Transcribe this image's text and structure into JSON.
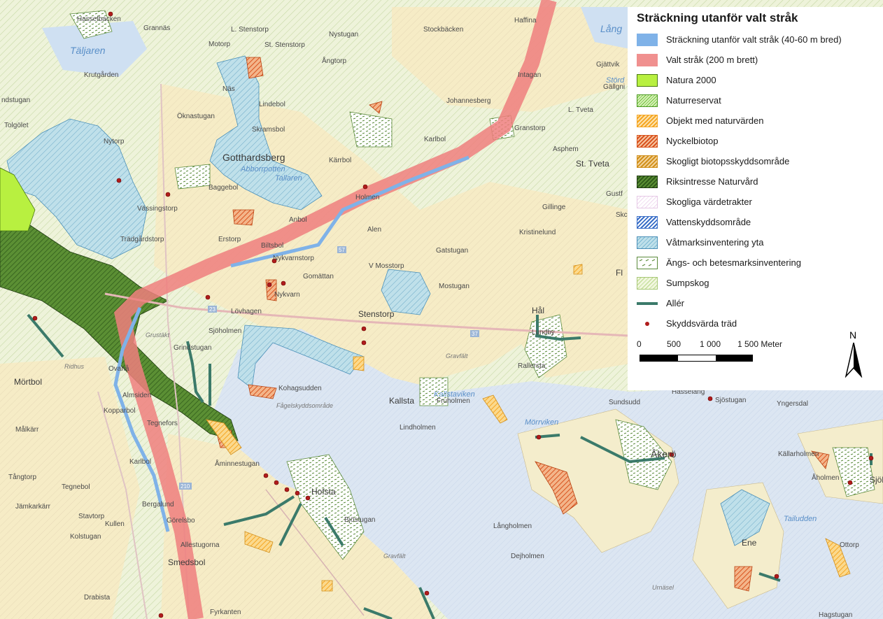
{
  "legend": {
    "title": "Sträckning utanför valt stråk",
    "items": [
      {
        "label": "Sträckning utanför valt stråk (40-60 m bred)",
        "color": "#7fb2e8",
        "style": "solid"
      },
      {
        "label": "Valt stråk (200 m brett)",
        "color": "#f0908f",
        "style": "solid"
      },
      {
        "label": "Natura 2000",
        "color": "#b8f040",
        "style": "solid"
      },
      {
        "label": "Naturreservat",
        "color": "#6cc13a",
        "style": "hatch"
      },
      {
        "label": "Objekt med naturvärden",
        "color": "#f5a623",
        "style": "hatch"
      },
      {
        "label": "Nyckelbiotop",
        "color": "#d9531e",
        "style": "hatch"
      },
      {
        "label": "Skogligt biotopsskyddsområde",
        "color": "#d18f1b",
        "style": "hatch"
      },
      {
        "label": "Riksintresse Naturvård",
        "color": "#3d7a24",
        "style": "hatch-dense"
      },
      {
        "label": "Skogliga värdetrakter",
        "color": "#e6b3e6",
        "style": "hatch-light"
      },
      {
        "label": "Vattenskyddsområde",
        "color": "#3a6fc8",
        "style": "hatch"
      },
      {
        "label": "Våtmarksinventering yta",
        "color": "#a9dbe8",
        "style": "hatch-blue"
      },
      {
        "label": "Ängs- och betesmarksinventering",
        "color": "#7aaa5a",
        "style": "dashes"
      },
      {
        "label": "Sumpskog",
        "color": "#b9d98a",
        "style": "hatch-light"
      },
      {
        "label": "Allér",
        "color": "#3b7a6a",
        "style": "line"
      },
      {
        "label": "Skyddsvärda träd",
        "color": "#b01c1c",
        "style": "dot"
      }
    ]
  },
  "scalebar": {
    "ticks": [
      "0",
      "500",
      "1 000",
      "1 500 Meter"
    ]
  },
  "north": {
    "label": "N"
  },
  "places": [
    {
      "name": "Hasselbacken"
    },
    {
      "name": "Grannäs"
    },
    {
      "name": "L. Stenstorp"
    },
    {
      "name": "Nystugan"
    },
    {
      "name": "Stockbäcken"
    },
    {
      "name": "Haffina"
    },
    {
      "name": "Motorp"
    },
    {
      "name": "St. Stenstorp"
    },
    {
      "name": "Ångtorp"
    },
    {
      "name": "Gjättvik"
    },
    {
      "name": "Krutgården"
    },
    {
      "name": "Intagan"
    },
    {
      "name": "Gällgni"
    },
    {
      "name": "Näs"
    },
    {
      "name": "Johannesberg"
    },
    {
      "name": "ndstugan"
    },
    {
      "name": "Lindebol"
    },
    {
      "name": "L. Tveta"
    },
    {
      "name": "Öknastugan"
    },
    {
      "name": "Skramsbol"
    },
    {
      "name": "Tolgölet"
    },
    {
      "name": "Karlbol"
    },
    {
      "name": "Granstorp"
    },
    {
      "name": "Nytorp"
    },
    {
      "name": "Asphem"
    },
    {
      "name": "Gotthardsberg"
    },
    {
      "name": "Kärrbol"
    },
    {
      "name": "St. Tveta"
    },
    {
      "name": "Baggebol"
    },
    {
      "name": "Gustf"
    },
    {
      "name": "Holmen"
    },
    {
      "name": "Vässingstorp"
    },
    {
      "name": "Gillinge"
    },
    {
      "name": "Skc"
    },
    {
      "name": "Anbol"
    },
    {
      "name": "Alen"
    },
    {
      "name": "Kristinelund"
    },
    {
      "name": "Trädgårdstorp"
    },
    {
      "name": "Erstorp"
    },
    {
      "name": "Biltsbol"
    },
    {
      "name": "Gatstugan"
    },
    {
      "name": "Nykvarnstorp"
    },
    {
      "name": "V Mosstorp"
    },
    {
      "name": "Gomättan"
    },
    {
      "name": "Fl"
    },
    {
      "name": "Mostugan"
    },
    {
      "name": "Nykvarn"
    },
    {
      "name": "Lövhagen"
    },
    {
      "name": "Stenstorp"
    },
    {
      "name": "Hål"
    },
    {
      "name": "Sjöholmen"
    },
    {
      "name": "Grindstugan"
    },
    {
      "name": "Lundby"
    },
    {
      "name": "Mörtbol"
    },
    {
      "name": "Rallersta"
    },
    {
      "name": "Ovanå"
    },
    {
      "name": "Kohagsudden"
    },
    {
      "name": "Almsiden"
    },
    {
      "name": "Kallsta"
    },
    {
      "name": "Fruholmen"
    },
    {
      "name": "Sundsudd"
    },
    {
      "name": "Sjöstugan"
    },
    {
      "name": "Yngersdal"
    },
    {
      "name": "Hasselang"
    },
    {
      "name": "Kopparbol"
    },
    {
      "name": "Målkärr"
    },
    {
      "name": "Tegnefors"
    },
    {
      "name": "Lindholmen"
    },
    {
      "name": "Åkerö"
    },
    {
      "name": "Källarholmen"
    },
    {
      "name": "Karlbol"
    },
    {
      "name": "Åminnestugan"
    },
    {
      "name": "Tångtorp"
    },
    {
      "name": "Tegnebol"
    },
    {
      "name": "Hofsta"
    },
    {
      "name": "Åholmen"
    },
    {
      "name": "Jämkarkärr"
    },
    {
      "name": "Stavtorp"
    },
    {
      "name": "Bergalund"
    },
    {
      "name": "Kullen"
    },
    {
      "name": "Görelsbo"
    },
    {
      "name": "Bjöstugan"
    },
    {
      "name": "Långholmen"
    },
    {
      "name": "Kolstugan"
    },
    {
      "name": "Allestugorna"
    },
    {
      "name": "Ene"
    },
    {
      "name": "Ottorp"
    },
    {
      "name": "Dejholmen"
    },
    {
      "name": "Smedsbol"
    },
    {
      "name": "Drabista"
    },
    {
      "name": "Fyrkanten"
    },
    {
      "name": "Hagstugan"
    },
    {
      "name": "Sjöl"
    }
  ],
  "water_labels": [
    {
      "name": "Täljaren"
    },
    {
      "name": "Lång"
    },
    {
      "name": "Abborrpotten"
    },
    {
      "name": "Tallaren"
    },
    {
      "name": "Kallstaviken"
    },
    {
      "name": "Mörrviken"
    },
    {
      "name": "Tailudden"
    },
    {
      "name": "Störd"
    }
  ],
  "gray_labels": [
    {
      "name": "Grustäkt"
    },
    {
      "name": "Gravfält"
    },
    {
      "name": "Gravfält"
    },
    {
      "name": "Fågelskyddsområde"
    },
    {
      "name": "Ridhus"
    },
    {
      "name": "Urnäsel"
    }
  ],
  "road_numbers": [
    "23",
    "57",
    "37",
    "210"
  ]
}
